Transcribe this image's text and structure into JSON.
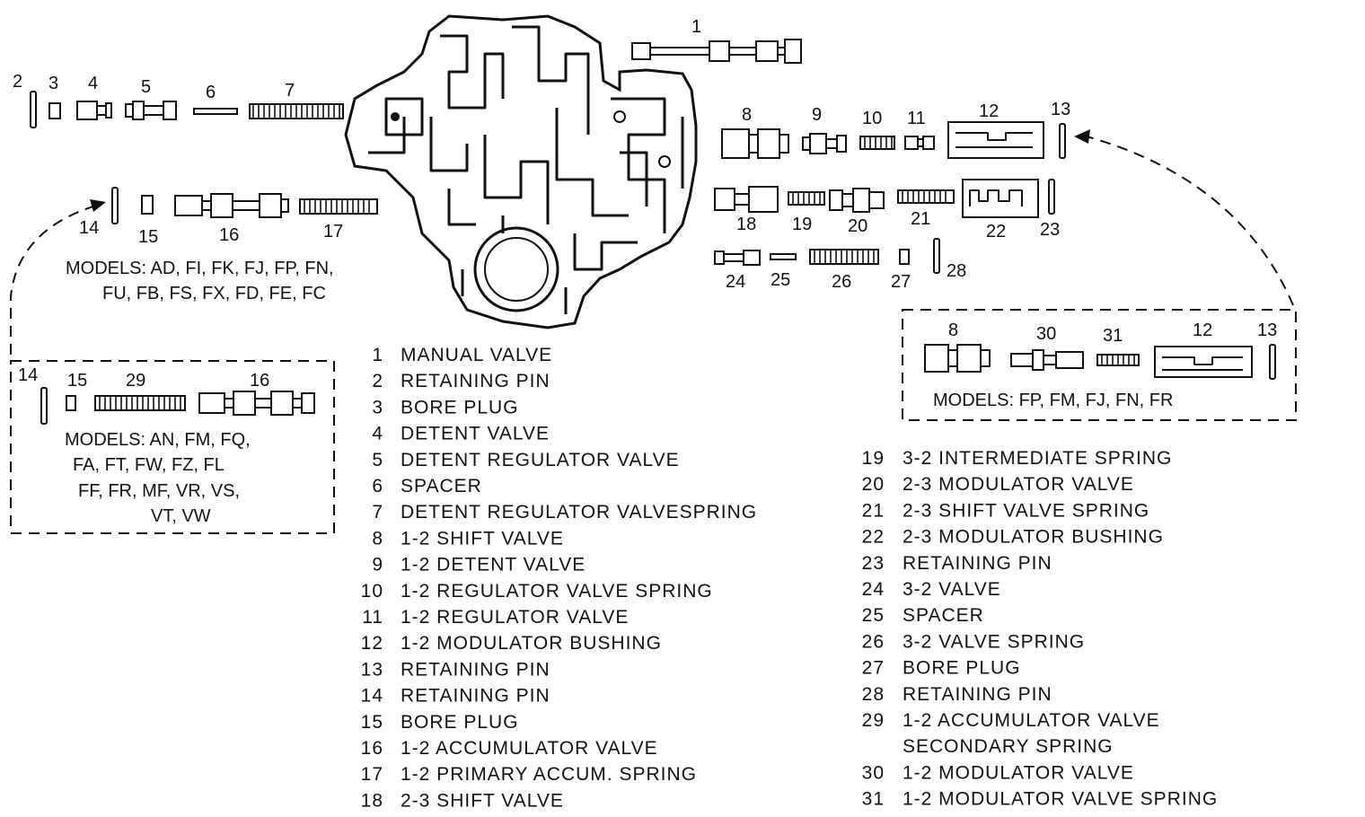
{
  "callouts": {
    "c1": "1",
    "c2": "2",
    "c3": "3",
    "c4": "4",
    "c5": "5",
    "c6": "6",
    "c7": "7",
    "c8": "8",
    "c9": "9",
    "c10": "10",
    "c11": "11",
    "c12": "12",
    "c13": "13",
    "c14": "14",
    "c15": "15",
    "c16": "16",
    "c17": "17",
    "c18": "18",
    "c19": "19",
    "c20": "20",
    "c21": "21",
    "c22": "22",
    "c23": "23",
    "c24": "24",
    "c25": "25",
    "c26": "26",
    "c27": "27",
    "c28": "28",
    "l14": "14",
    "l15": "15",
    "l29": "29",
    "l16": "16",
    "r8": "8",
    "r30": "30",
    "r31": "31",
    "r12": "12",
    "r13": "13"
  },
  "models": {
    "main": [
      "MODELS: AD, FI, FK, FJ, FP, FN,",
      "FU, FB, FS, FX, FD, FE, FC"
    ],
    "left_box": [
      "MODELS: AN, FM, FQ,",
      "FA, FT, FW, FZ, FL",
      "FF, FR, MF, VR, VS,",
      "VT, VW"
    ],
    "right_box": "MODELS: FP, FM, FJ, FN, FR"
  },
  "legend": [
    {
      "num": "1",
      "name": "MANUAL VALVE"
    },
    {
      "num": "2",
      "name": "RETAINING PIN"
    },
    {
      "num": "3",
      "name": "BORE PLUG"
    },
    {
      "num": "4",
      "name": "DETENT VALVE"
    },
    {
      "num": "5",
      "name": "DETENT REGULATOR VALVE"
    },
    {
      "num": "6",
      "name": "SPACER"
    },
    {
      "num": "7",
      "name": "DETENT REGULATOR VALVESPRING"
    },
    {
      "num": "8",
      "name": "1-2 SHIFT VALVE"
    },
    {
      "num": "9",
      "name": "1-2 DETENT VALVE"
    },
    {
      "num": "10",
      "name": "1-2 REGULATOR VALVE SPRING"
    },
    {
      "num": "11",
      "name": "1-2 REGULATOR VALVE"
    },
    {
      "num": "12",
      "name": "1-2 MODULATOR BUSHING"
    },
    {
      "num": "13",
      "name": "RETAINING PIN"
    },
    {
      "num": "14",
      "name": "RETAINING PIN"
    },
    {
      "num": "15",
      "name": "BORE PLUG"
    },
    {
      "num": "16",
      "name": "1-2 ACCUMULATOR VALVE"
    },
    {
      "num": "17",
      "name": "1-2 PRIMARY ACCUM. SPRING"
    },
    {
      "num": "18",
      "name": "2-3 SHIFT VALVE"
    },
    {
      "num": "19",
      "name": "3-2 INTERMEDIATE SPRING"
    },
    {
      "num": "20",
      "name": "2-3 MODULATOR VALVE"
    },
    {
      "num": "21",
      "name": "2-3 SHIFT VALVE SPRING"
    },
    {
      "num": "22",
      "name": "2-3 MODULATOR BUSHING"
    },
    {
      "num": "23",
      "name": "RETAINING PIN"
    },
    {
      "num": "24",
      "name": "3-2 VALVE"
    },
    {
      "num": "25",
      "name": "SPACER"
    },
    {
      "num": "26",
      "name": "3-2 VALVE SPRING"
    },
    {
      "num": "27",
      "name": "BORE PLUG"
    },
    {
      "num": "28",
      "name": "RETAINING PIN"
    },
    {
      "num": "29",
      "name": "1-2 ACCUMULATOR VALVE",
      "name2": "SECONDARY SPRING"
    },
    {
      "num": "30",
      "name": "1-2 MODULATOR VALVE"
    },
    {
      "num": "31",
      "name": "1-2 MODULATOR VALVE SPRING"
    }
  ]
}
